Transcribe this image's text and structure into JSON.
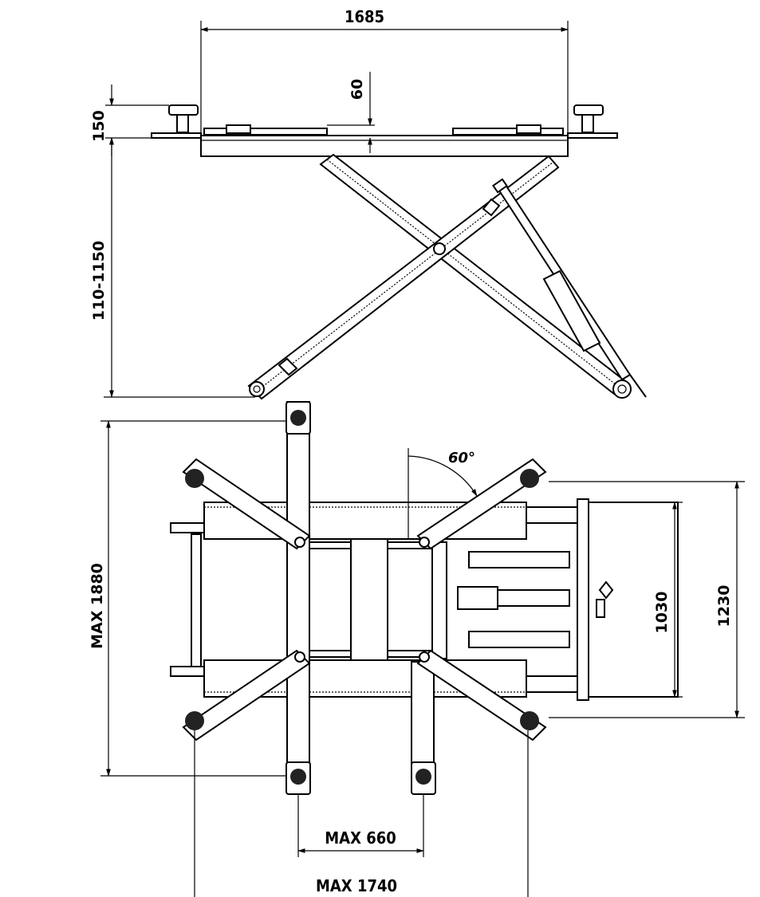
{
  "side_view": {
    "dim_length": "1685",
    "dim_pad_height": "150",
    "dim_platform_thickness": "60",
    "dim_lift_range": "110-1150"
  },
  "top_view": {
    "dim_total_length": "MAX 1880",
    "dim_angle": "60°",
    "dim_inner_width": "1030",
    "dim_outer_width": "1230",
    "dim_pad_spacing": "MAX 660",
    "dim_arm_span": "MAX 1740"
  }
}
